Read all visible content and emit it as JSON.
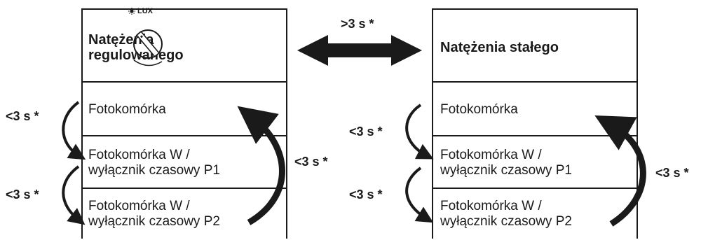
{
  "left_panel": {
    "title_line1": "Natężenia",
    "title_line2": "regulowanego",
    "dial": {
      "lux_label": "LUX",
      "sun_icon": "sun-icon",
      "moon_icon": "moon-icon"
    },
    "items": [
      {
        "line1": "Fotokomórka",
        "line2": ""
      },
      {
        "line1": "Fotokomórka W /",
        "line2": "wyłącznik czasowy P1"
      },
      {
        "line1": "Fotokomórka W /",
        "line2": "wyłącznik czasowy P2"
      }
    ]
  },
  "right_panel": {
    "title": "Natężenia stałego",
    "items": [
      {
        "line1": "Fotokomórka",
        "line2": ""
      },
      {
        "line1": "Fotokomórka W /",
        "line2": "wyłącznik czasowy P1"
      },
      {
        "line1": "Fotokomórka W /",
        "line2": "wyłącznik czasowy P2"
      }
    ]
  },
  "switch_label": ">3 s *",
  "step_labels": {
    "left_step1": "<3 s *",
    "left_step2": "<3 s *",
    "left_return": "<3 s *",
    "right_step1": "<3 s *",
    "right_step2": "<3 s *",
    "right_return": "<3 s *"
  },
  "colors": {
    "ink": "#1a1a1a",
    "background": "#ffffff"
  }
}
